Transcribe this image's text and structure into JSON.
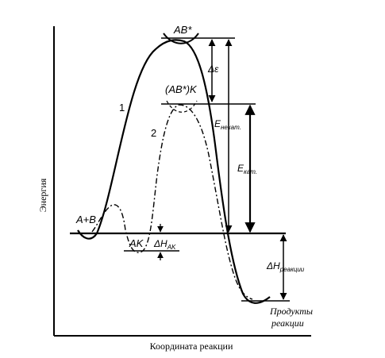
{
  "axes": {
    "y_label": "Энергия",
    "x_label": "Координата реакции"
  },
  "curves": {
    "uncatalyzed_label": "1",
    "catalyzed_label": "2"
  },
  "states": {
    "reactants": "A+B",
    "transition_uncatalyzed": "AB*",
    "transition_catalyzed": "(AB*)K",
    "adsorbed_complex": "AK",
    "products_line1": "Продукты",
    "products_line2": "реакции"
  },
  "quantities": {
    "delta_eps": "Δε",
    "delta_h_ak_main": "ΔH",
    "delta_h_ak_sub": "AK",
    "e_uncat_main": "E",
    "e_uncat_sub": "некат.",
    "e_cat_main": "E",
    "e_cat_sub": "кат.",
    "delta_h_reaction_main": "ΔH",
    "delta_h_reaction_sub": "реакции"
  },
  "colors": {
    "ink": "#000000",
    "background": "#ffffff"
  }
}
